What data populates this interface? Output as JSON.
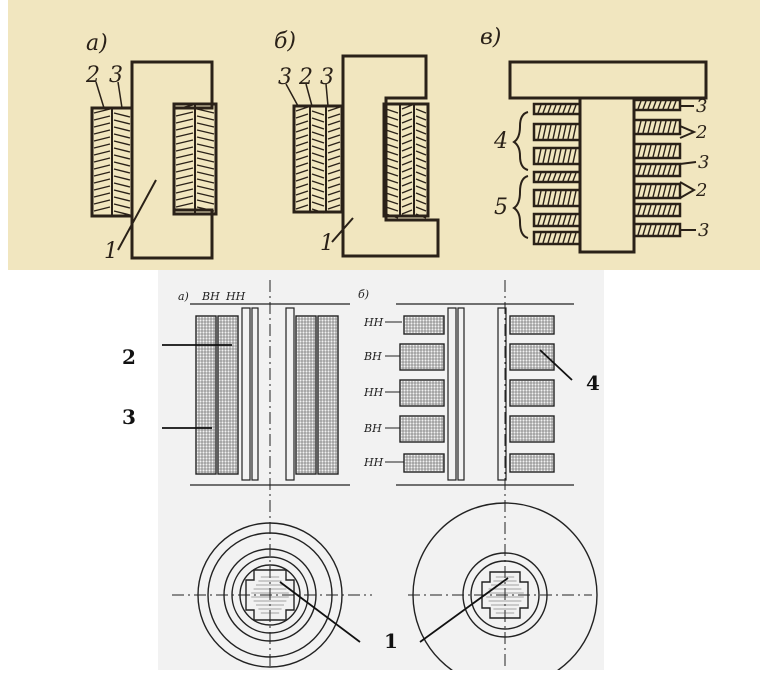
{
  "colors": {
    "paper_top": "#f1e6bf",
    "paper_bottom": "#f2f2f2",
    "ink": "#2a2118",
    "ink_bottom": "#222222"
  },
  "top_figure": {
    "panels": [
      {
        "letter": "а)",
        "labels": [
          "2",
          "3",
          "1"
        ]
      },
      {
        "letter": "б)",
        "labels": [
          "3",
          "2",
          "3",
          "1"
        ]
      },
      {
        "letter": "в)",
        "labels": [
          "4",
          "5",
          "3",
          "2",
          "3",
          "2",
          "3"
        ]
      }
    ]
  },
  "bottom_figure": {
    "panel_a": {
      "letter": "а)",
      "labels": [
        "ВН",
        "НН"
      ]
    },
    "panel_b": {
      "letter": "б)",
      "labels": [
        "НН",
        "ВН",
        "НН",
        "ВН",
        "НН"
      ]
    },
    "callouts": [
      "2",
      "3",
      "4",
      "1"
    ]
  }
}
